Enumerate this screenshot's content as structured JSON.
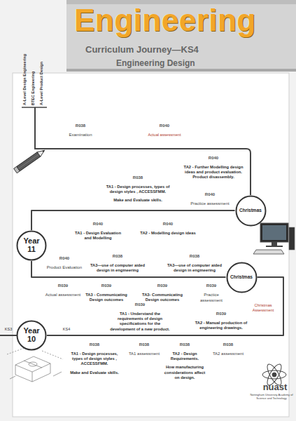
{
  "diagram": {
    "title": "Engineering",
    "nodes": [
      {
        "text": [
          "Christmas"
        ]
      },
      {
        "text": [
          "Year 11"
        ]
      },
      {
        "text": [
          "Christmas"
        ]
      },
      {
        "text": [
          "Year 10"
        ]
      }
    ],
    "edges": [
      {
        "from": 3,
        "to": 2,
        "arrow": "none"
      },
      {
        "from": 2,
        "to": 1,
        "arrow": "none"
      },
      {
        "from": 1,
        "to": 0,
        "arrow": "none"
      }
    ],
    "labels": [
      "Curriculum Journey—KS4",
      "Engineering Design",
      "A-Level Design Engineering",
      "BTEC Engineering",
      "A-Level Product Design",
      "R038",
      "Examination",
      "R040",
      "Actual assessment",
      "R040",
      "TA2 - Further Modelling design ideas and product evaluation. Product disassembly.",
      "R038",
      "TA1 - Design processes, types of design styles , ACCESSFMM.",
      "Make and Evaluate skills.",
      "R040",
      "Practice assessment",
      "R040",
      "TA1 - Design Evaluation and Modelling",
      "R040",
      "TA2 - Modelling design ideas",
      "R040",
      "Product Evaluation",
      "R038",
      "TA3—use of computer aided design in engineering",
      "R038",
      "TA3—use of computer aided design in engineering",
      "R039",
      "Actual assessment",
      "R039",
      "TA3 - Communicating Design outcomes",
      "R039",
      "TA3- Communicating Design outcomes",
      "R039",
      "Practice assessment",
      "Christmas Assessment",
      "R039",
      "TA1 - Understand the requirements of design specifications for the development of a new product.",
      "R039",
      "TA2 - Manual production of engineering drawings.",
      "KS3",
      "KS4",
      "R038",
      "TA1 - Design processes, types of design styles , ACCESSFMM.",
      "Make and Evaluate skills.",
      "R038",
      "TA1 assessment",
      "R038",
      "TA2 - Design Requirements.",
      "How manufacturing considerations affect on design.",
      "R038",
      "TA2 assessment",
      "nuast",
      "Nottingham University Academy of Science and Technology"
    ]
  }
}
